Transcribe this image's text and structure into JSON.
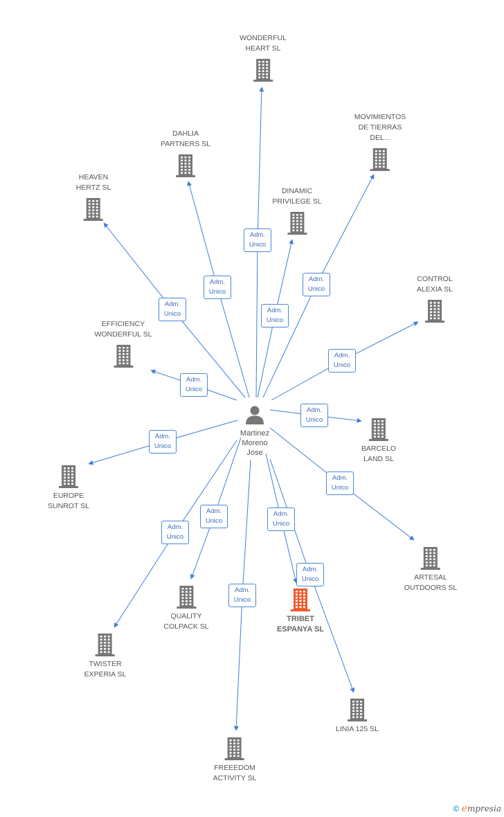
{
  "center": {
    "label": "Martinez\nMoreno\nJose"
  },
  "edge_label": "Adm.\nUnico",
  "colors": {
    "line": "#3d7fd6",
    "building": "#777777",
    "focus": "#f05a2c"
  },
  "footer": {
    "copyright": "©",
    "brand_initial": "e",
    "brand_rest": "mpresia"
  },
  "companies": [
    {
      "id": "wonderful-heart",
      "label": "WONDERFUL\nHEART SL"
    },
    {
      "id": "movimientos",
      "label": "MOVIMIENTOS\nDE TIERRAS\nDEL..."
    },
    {
      "id": "dahlia",
      "label": "DAHLIA\nPARTNERS SL"
    },
    {
      "id": "heaven-hertz",
      "label": "HEAVEN\nHERTZ SL"
    },
    {
      "id": "dinamic",
      "label": "DINAMIC\nPRIVILEGE SL"
    },
    {
      "id": "control-alexia",
      "label": "CONTROL\nALEXIA SL"
    },
    {
      "id": "efficiency",
      "label": "EFFICIENCY\nWONDERFUL SL"
    },
    {
      "id": "barcelo",
      "label": "BARCELO\nLAND SL"
    },
    {
      "id": "europe-sunrot",
      "label": "EUROPE\nSUNROT SL"
    },
    {
      "id": "artesal",
      "label": "ARTESAL\nOUTDOORS SL"
    },
    {
      "id": "quality",
      "label": "QUALITY\nCOLPACK SL"
    },
    {
      "id": "tribet",
      "label": "TRIBET\nESPANYA SL",
      "focus": true
    },
    {
      "id": "twister",
      "label": "TWISTER\nEXPERIA SL"
    },
    {
      "id": "linia",
      "label": "LINIA 125 SL"
    },
    {
      "id": "freeedom",
      "label": "FREEEDOM\nACTIVITY SL"
    }
  ]
}
